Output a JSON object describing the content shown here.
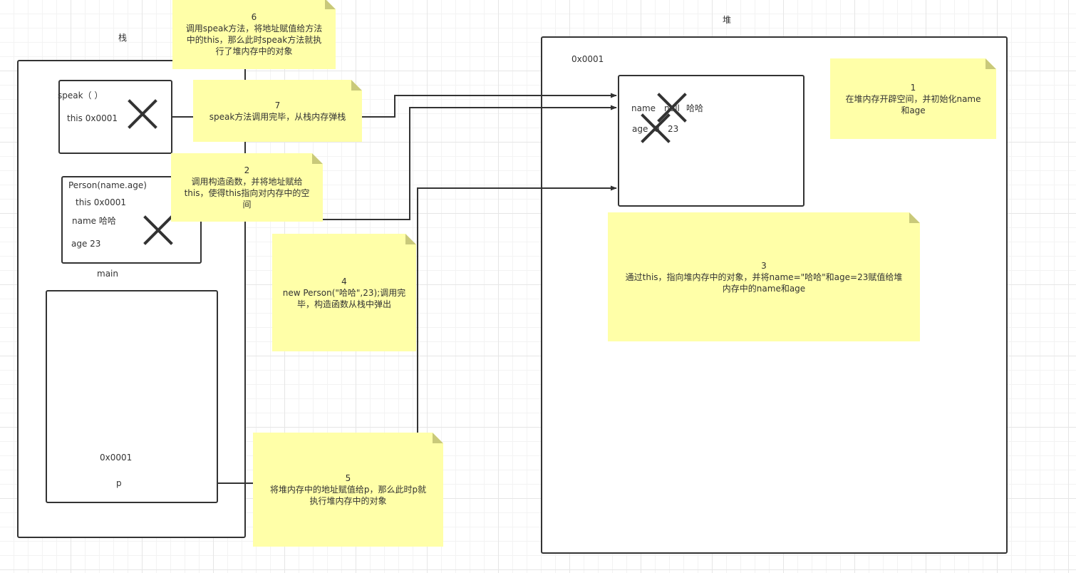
{
  "stack": {
    "label": "栈",
    "speak_frame": {
      "title": "speak（  ）",
      "this_line": "this 0x0001"
    },
    "person_frame": {
      "title": "Person(name.age)",
      "this_line": "this   0x0001",
      "name_line": "name 哈哈",
      "age_line": "age   23"
    },
    "main_label": "main",
    "main_frame": {
      "address": "0x0001",
      "var": "p"
    }
  },
  "heap": {
    "label": "堆",
    "address": "0x0001",
    "object": {
      "name_key": "name",
      "name_old": "null",
      "name_val": "哈哈",
      "age_key": "age",
      "age_old": "0",
      "age_val": "23"
    }
  },
  "notes": {
    "n1": {
      "num": "1",
      "lines": [
        "在堆内存开辟空间，并初始化name",
        "和age"
      ]
    },
    "n2": {
      "num": "2",
      "lines": [
        "调用构造函数，并将地址赋给",
        "this，使得this指向对内存中的空",
        "间"
      ]
    },
    "n3": {
      "num": "3",
      "lines": [
        "通过this，指向堆内存中的对象，并将name=\"哈哈\"和age=23赋值给堆",
        "内存中的name和age"
      ]
    },
    "n4": {
      "num": "4",
      "lines": [
        "new Person(\"哈哈\",23);调用完",
        "毕，构造函数从栈中弹出"
      ]
    },
    "n5": {
      "num": "5",
      "lines": [
        "将堆内存中的地址赋值给p，那么此时p就",
        "执行堆内存中的对象"
      ]
    },
    "n6": {
      "num": "6",
      "lines": [
        "调用speak方法，将地址赋值给方法",
        "中的this，那么此时speak方法就执",
        "行了堆内存中的对象"
      ]
    },
    "n7": {
      "num": "7",
      "lines": [
        "speak方法调用完毕，从栈内存弹栈"
      ]
    }
  },
  "colors": {
    "note_bg": "#ffffa8",
    "note_fold": "#c9c97a",
    "stroke": "#333333"
  }
}
